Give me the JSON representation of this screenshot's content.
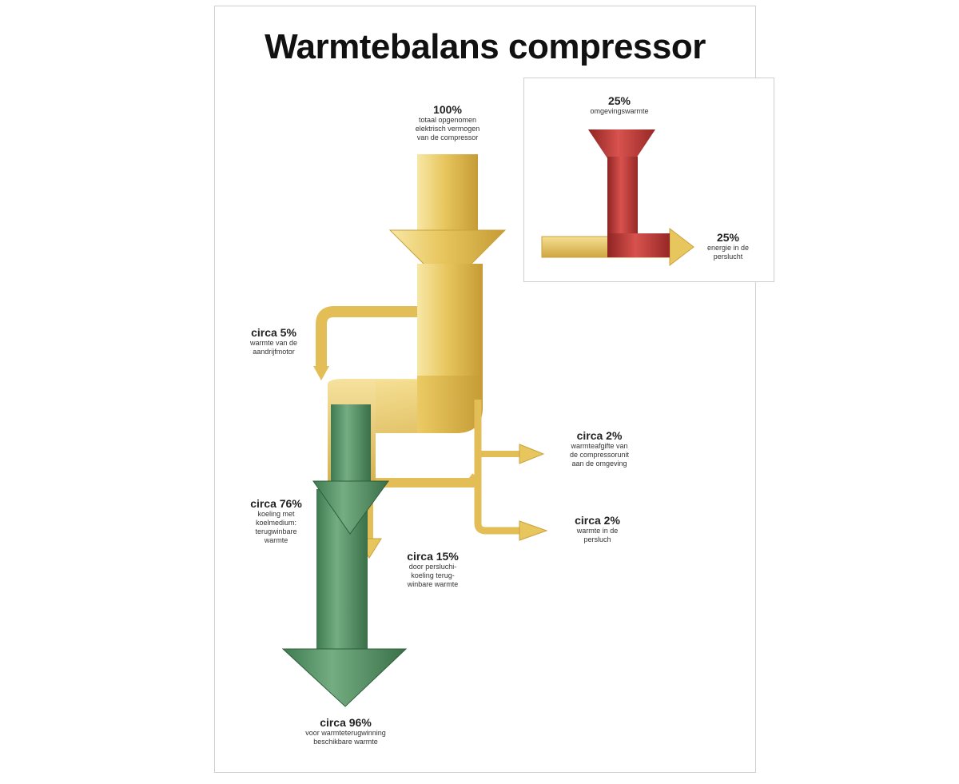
{
  "title": "Warmtebalans compressor",
  "colors": {
    "gold": "#e6c25a",
    "gold_dark": "#c9a23c",
    "green": "#5e9a6e",
    "green_dark": "#3f7a50",
    "red": "#c23a38",
    "red_dark": "#8f2422"
  },
  "labels": {
    "total": {
      "pct": "100%",
      "desc": "totaal opgenomen\nelektrisch vermogen\nvan de compressor"
    },
    "motor": {
      "pct": "circa 5%",
      "desc": "warmte van de\naandrijfmotor"
    },
    "unit_loss": {
      "pct": "circa 2%",
      "desc": "warmteafgifte van\nde compressorunit\naan de omgeving"
    },
    "air_loss": {
      "pct": "circa 2%",
      "desc": "warmte in de\npersluch"
    },
    "cooling": {
      "pct": "circa 76%",
      "desc": "koeling met\nkoelmedium:\nterugwinbare\nwarmte"
    },
    "aftercool": {
      "pct": "circa 15%",
      "desc": "door persluchi-\nkoeling terug-\nwinbare warmte"
    },
    "recovery": {
      "pct": "circa 96%",
      "desc": "voor warmteterugwinning\nbeschikbare warmte"
    }
  },
  "inset": {
    "ambient": {
      "pct": "25%",
      "desc": "omgevingswarmte"
    },
    "air_energy": {
      "pct": "25%",
      "desc": "energie in de\nperslucht"
    }
  }
}
